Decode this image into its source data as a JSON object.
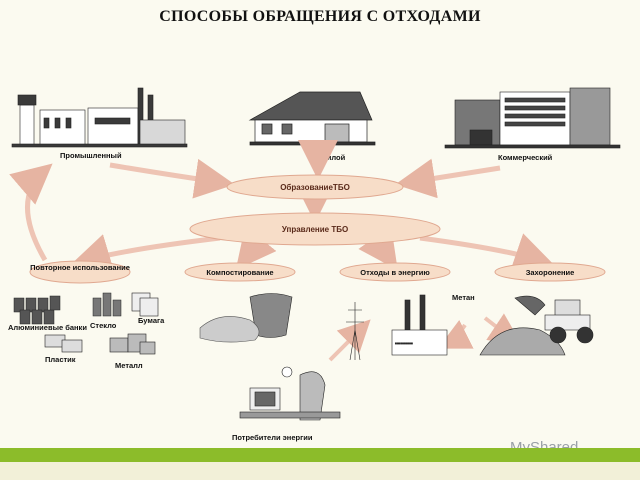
{
  "title": "СПОСОБЫ ОБРАЩЕНИЯ С ОТХОДАМИ",
  "sources": {
    "industrial": "Промышленный",
    "residential": "Жилой",
    "commercial": "Коммерческий"
  },
  "process": {
    "generation": "ОбразованиеТБО",
    "management": "Управление ТБО"
  },
  "methods": {
    "reuse": "Повторное использование",
    "composting": "Компостирование",
    "waste_to_energy": "Отходы в энергию",
    "landfill": "Захоронение"
  },
  "materials": {
    "aluminum": "Алюминиевые банки",
    "glass": "Стекло",
    "paper": "Бумага",
    "plastic": "Пластик",
    "metal": "Металл"
  },
  "methane": "Метан",
  "consumers": "Потребители энергии",
  "watermark": "MyShared",
  "colors": {
    "arrow": "#eec4b4",
    "oval": "#f7ddc8",
    "footer": "#8cbc2a"
  }
}
